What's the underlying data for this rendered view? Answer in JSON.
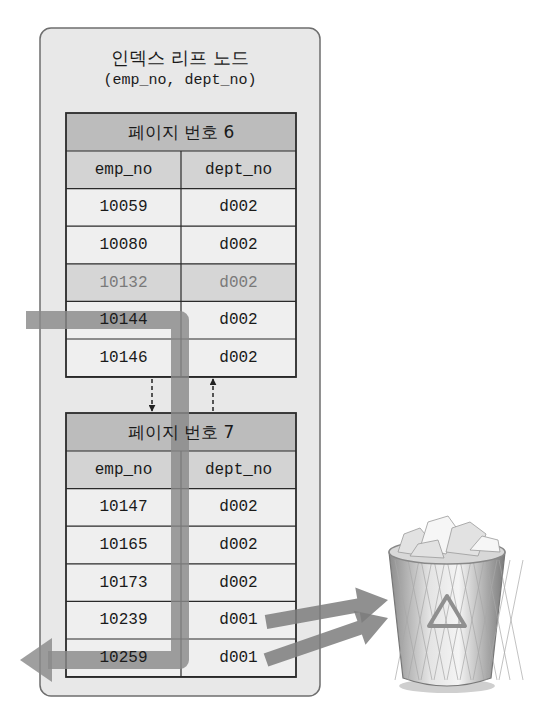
{
  "diagram": {
    "nodes": [
      {
        "text": [
          "인덱스 리프 노드",
          "(emp_no, dept_no)"
        ]
      },
      {
        "text": [
          "페이지 번호 6"
        ],
        "in": 0
      },
      {
        "text": [
          "페이지 번호 7"
        ],
        "in": 0
      }
    ],
    "edges": [
      {
        "from": 1,
        "to": 2,
        "arrow": "to"
      },
      {
        "from": 2,
        "to": 1,
        "arrow": "to"
      }
    ],
    "labels": [
      "emp_no",
      "dept_no",
      "10059",
      "d002",
      "10080",
      "d002",
      "10132",
      "d002",
      "10144",
      "d002",
      "10146",
      "d002",
      "emp_no",
      "dept_no",
      "10147",
      "d002",
      "10165",
      "d002",
      "10173",
      "d002",
      "10239",
      "d001",
      "10259",
      "d001"
    ]
  }
}
